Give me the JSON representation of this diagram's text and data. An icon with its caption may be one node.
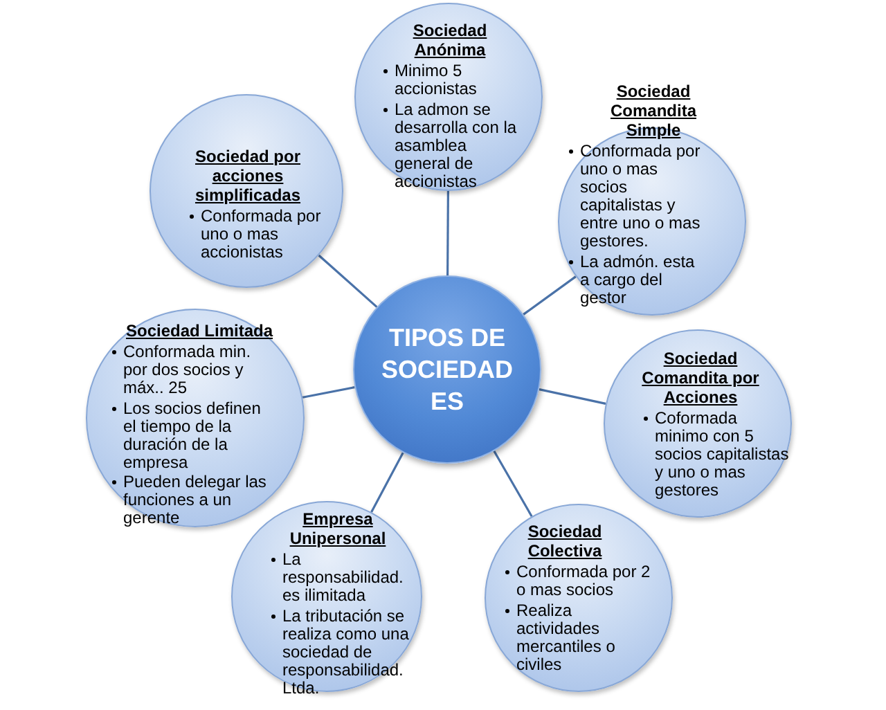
{
  "diagram": {
    "nodes": [
      {
        "text": [
          "TIPOS DE SOCIEDAD ES"
        ]
      },
      {
        "text": [
          "Sociedad Anónima",
          "Minimo 5 accionistas",
          "La admon se desarrolla con la asamblea general de accionistas"
        ]
      },
      {
        "text": [
          "Sociedad Comandita Simple",
          "Conformada por uno o mas socios capitalistas y entre uno o mas gestores.",
          "La admón. esta a cargo del gestor"
        ]
      },
      {
        "text": [
          "Sociedad Comandita por Acciones",
          "Coformada minimo con 5 socios capitalistas y uno o mas gestores"
        ]
      },
      {
        "text": [
          "Sociedad Colectiva",
          "Conformada por 2 o mas socios",
          "Realiza actividades mercantiles o civiles"
        ]
      },
      {
        "text": [
          "Empresa Unipersonal",
          "La responsabilidad. es ilimitada",
          "La tributación se realiza como una sociedad de responsabilidad. Ltda."
        ]
      },
      {
        "text": [
          "Sociedad Limitada",
          "Conformada min. por dos socios y máx.. 25",
          "Los socios definen el tiempo de la duración de la empresa",
          "Pueden delegar las funciones a un gerente"
        ]
      },
      {
        "text": [
          "Sociedad por acciones simplificadas",
          "Conformada por uno o mas accionistas"
        ]
      }
    ],
    "edges": [
      {
        "from": 0,
        "to": 1,
        "arrow": "none"
      },
      {
        "from": 0,
        "to": 2,
        "arrow": "none"
      },
      {
        "from": 0,
        "to": 3,
        "arrow": "none"
      },
      {
        "from": 0,
        "to": 4,
        "arrow": "none"
      },
      {
        "from": 0,
        "to": 5,
        "arrow": "none"
      },
      {
        "from": 0,
        "to": 6,
        "arrow": "none"
      },
      {
        "from": 0,
        "to": 7,
        "arrow": "none"
      }
    ]
  }
}
